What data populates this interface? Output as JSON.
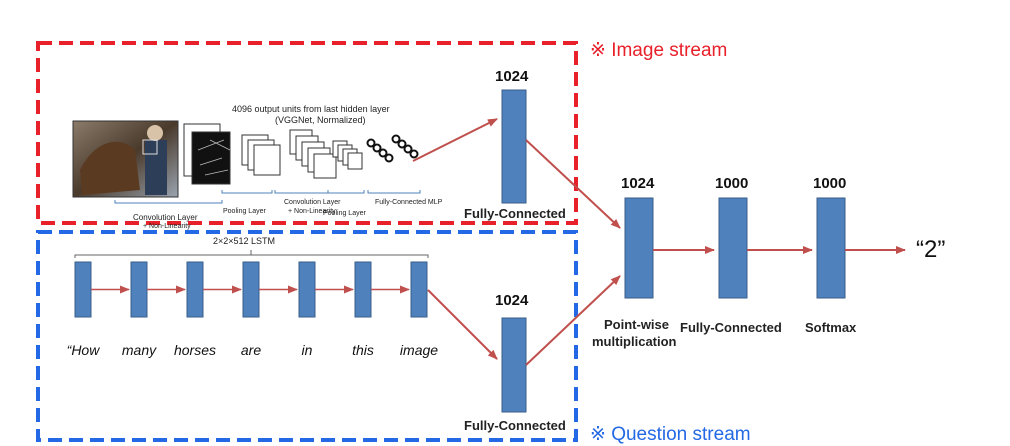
{
  "image_stream": {
    "label": "※ Image stream",
    "fc_size": "1024",
    "fc_label": "Fully-Connected",
    "cnn_header_line1": "4096 output  units from last hidden layer",
    "cnn_header_line2": "(VGGNet, Normalized)",
    "cnn_conv_label": "Convolution Layer",
    "cnn_nonlin_label": "+ Non-Linearity",
    "cnn_pool_label": "Pooling Layer",
    "cnn_conv2_label": "Convolution Layer",
    "cnn_nonlin2_label": "+ Non-Linearity",
    "cnn_pool2_label": "Pooling Layer",
    "cnn_mlp_label": "Fully-Connected MLP"
  },
  "question_stream": {
    "label": "※ Question stream",
    "lstm_label": "2×2×512 LSTM",
    "words": [
      "“How",
      "many",
      "horses",
      "are",
      "in",
      "this",
      "image"
    ],
    "fc_size": "1024",
    "fc_label": "Fully-Connected"
  },
  "fusion": {
    "pointwise_size": "1024",
    "pointwise_label_line1": "Point-wise",
    "pointwise_label_line2": "multiplication",
    "fc_size": "1000",
    "fc_label": "Fully-Connected",
    "softmax_size": "1000",
    "softmax_label": "Softmax",
    "output": "“2”"
  },
  "colors": {
    "block_fill": "#4f81bd",
    "block_stroke": "#385d8a",
    "arrow": "#c0504d",
    "image_box": "#e8202a",
    "question_box": "#2368e4"
  }
}
